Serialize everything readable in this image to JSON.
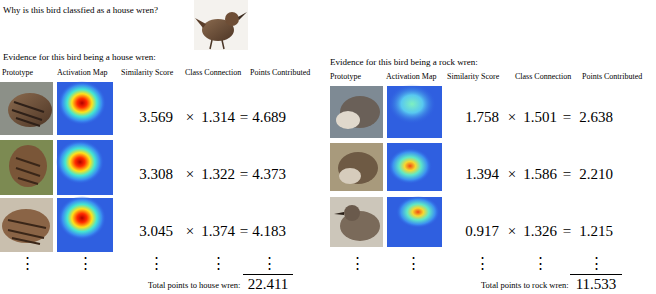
{
  "diagram": {
    "title": "Why is this bird classfied as a house wren?",
    "labels": [
      "Evidence for this bird being a house wren:",
      "Prototype",
      "Activation Map",
      "Similarity Score",
      "Class Connection",
      "Points Contributed",
      "3.569",
      "×",
      "1.314",
      "=",
      "4.689",
      "3.308",
      "×",
      "1.322",
      "=",
      "4.373",
      "3.045",
      "×",
      "1.374",
      "=",
      "4.183",
      "⋮",
      "⋮",
      "⋮",
      "⋮",
      "⋮",
      "Total points to house wren:",
      "22.411",
      "Evidence for this bird being a rock wren:",
      "Prototype",
      "Activation Map",
      "Similarity Score",
      "Class Connection",
      "Points Contributed",
      "1.758",
      "×",
      "1.501",
      "=",
      "2.638",
      "1.394",
      "×",
      "1.586",
      "=",
      "2.210",
      "0.917",
      "×",
      "1.326",
      "=",
      "1.215",
      "⋮",
      "⋮",
      "⋮",
      "⋮",
      "⋮",
      "Total points to rock wren:",
      "11.533"
    ]
  }
}
